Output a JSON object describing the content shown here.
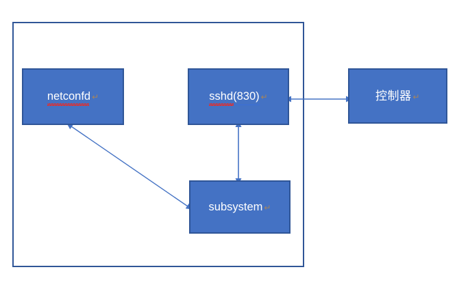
{
  "diagram": {
    "title": "sshd netconfd subsystem architecture",
    "colors": {
      "node_fill": "#4472C4",
      "node_border": "#2F5597",
      "frame_border": "#2F5597",
      "arrow": "#4472C4",
      "label_text": "#FFFFFF",
      "spellcheck_underline": "#E03030",
      "grammar_underline": "#3A6FD8",
      "pilcrow": "#A6845C",
      "background": "#FFFFFF"
    },
    "frame": {
      "name": "device-boundary",
      "label": ""
    },
    "nodes": [
      {
        "id": "netconfd",
        "label": "netconfd",
        "pilcrow": "↵",
        "spellcheck": true,
        "grammar_underline": false
      },
      {
        "id": "sshd",
        "label": "sshd(830)",
        "label_main": "sshd",
        "label_suffix": "(830)",
        "pilcrow": "↵",
        "spellcheck": true,
        "grammar_underline": true
      },
      {
        "id": "controller",
        "label": "控制器",
        "pilcrow": "↵",
        "spellcheck": false,
        "grammar_underline": false
      },
      {
        "id": "subsystem",
        "label": "subsystem",
        "pilcrow": "↵",
        "spellcheck": false,
        "grammar_underline": false
      }
    ],
    "connectors": [
      {
        "id": "sshd-controller",
        "from": "sshd",
        "to": "controller",
        "style": "double-arrow",
        "orientation": "horizontal",
        "label": ""
      },
      {
        "id": "sshd-subsystem",
        "from": "sshd",
        "to": "subsystem",
        "style": "double-arrow",
        "orientation": "vertical",
        "label": ""
      },
      {
        "id": "netconfd-subsystem",
        "from": "netconfd",
        "to": "subsystem",
        "style": "double-arrow",
        "orientation": "diagonal",
        "label": ""
      }
    ]
  }
}
